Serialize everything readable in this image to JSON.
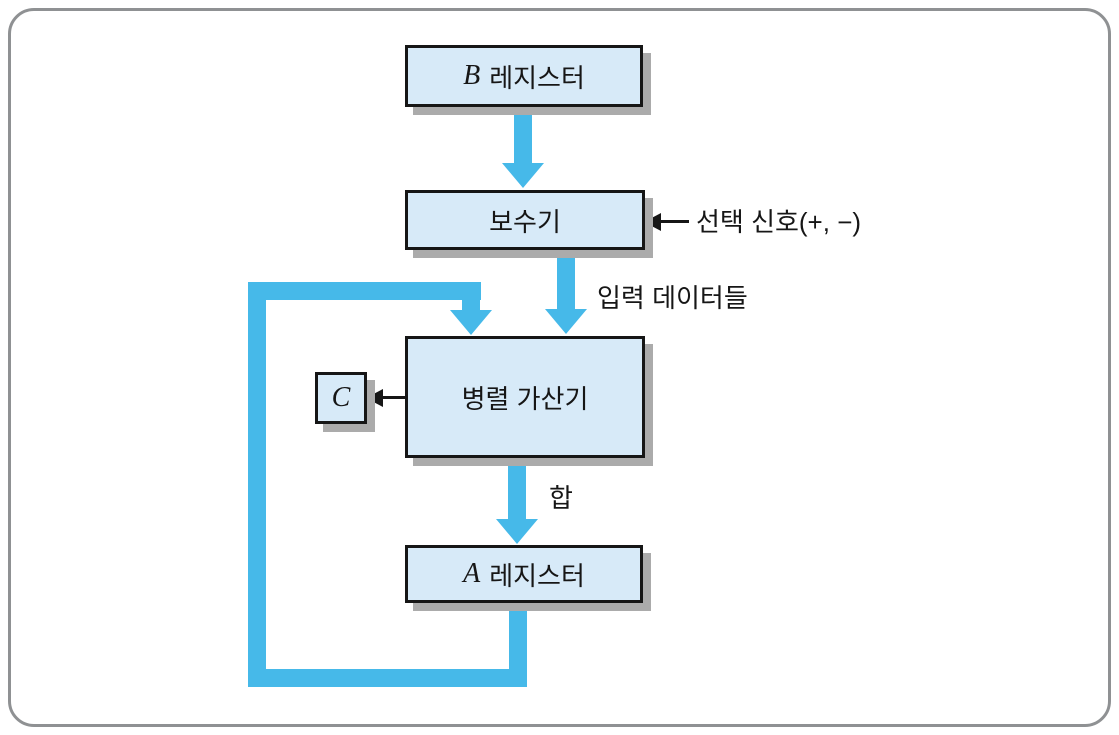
{
  "theme": {
    "background": "#ffffff",
    "frame_border": "#8f9193",
    "box_fill": "#d7eaf8",
    "box_border": "#161616",
    "shadow": "#ababab",
    "arrow_blue": "#46b9e9",
    "text": "#161616"
  },
  "diagram": {
    "boxes": {
      "b_register": {
        "letter": "B",
        "text": "레지스터"
      },
      "complementer": {
        "label": "보수기"
      },
      "parallel_adder": {
        "label": "병렬 가산기"
      },
      "a_register": {
        "letter": "A",
        "text": "레지스터"
      },
      "carry": {
        "letter": "C"
      }
    },
    "labels": {
      "select_signal": "선택 신호(+, −)",
      "input_data": "입력 데이터들",
      "sum": "합"
    }
  }
}
